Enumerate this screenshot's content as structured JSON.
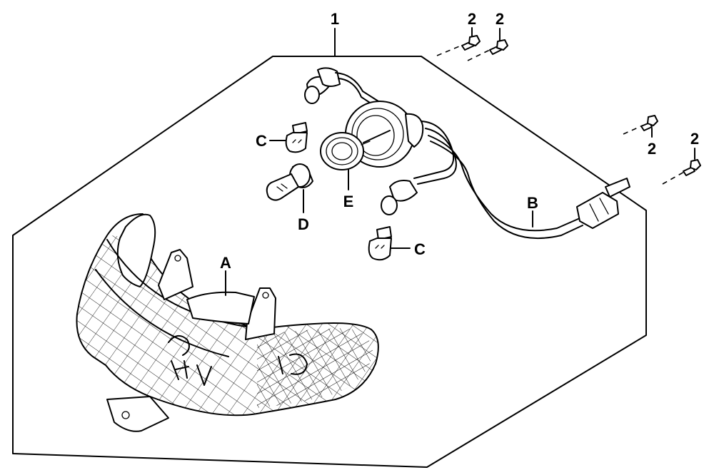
{
  "callouts": {
    "assembly": "1",
    "screw_top_left": "2",
    "screw_top_right": "2",
    "screw_right_upper": "2",
    "screw_right_lower": "2",
    "lens": "A",
    "wire_harness": "B",
    "bulb_upper": "C",
    "bulb_lower": "C",
    "bulb_large": "D",
    "socket": "E"
  }
}
